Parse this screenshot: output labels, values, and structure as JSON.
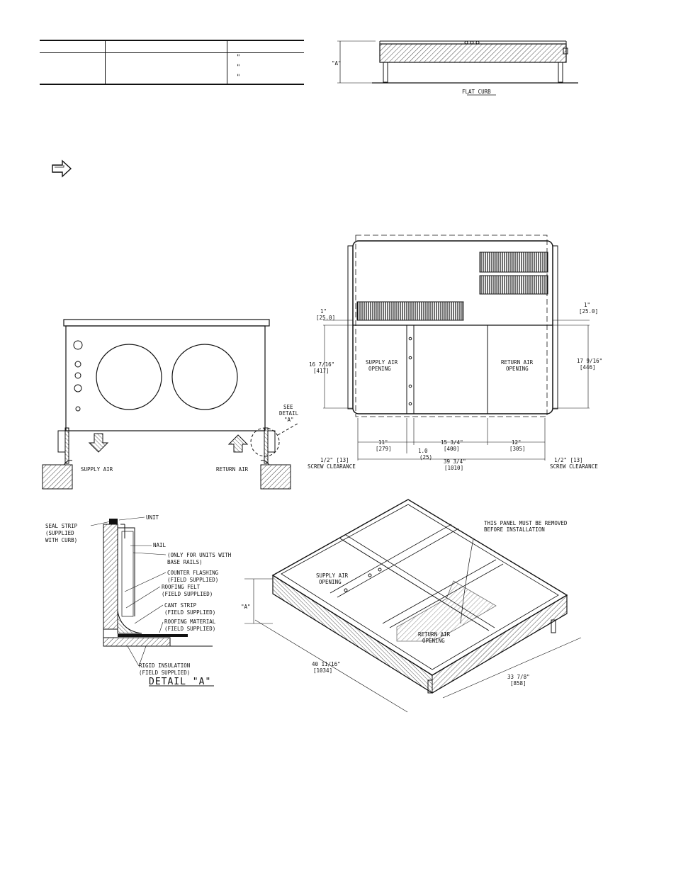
{
  "curb_table": {
    "inch_marks": [
      "\"",
      "\"",
      "\""
    ]
  },
  "flat_curb": {
    "dim_label": "\"A\"",
    "caption": "FLAT CURB"
  },
  "unit_side_view": {
    "supply_label": "SUPPLY AIR",
    "return_label": "RETURN AIR",
    "see_detail": [
      "SEE",
      "DETAIL",
      "\"A\""
    ]
  },
  "curb_plan": {
    "top_left": [
      "1\"",
      "[25.0]"
    ],
    "top_right": [
      "1\"",
      "[25.0]"
    ],
    "left_height": [
      "16 7/16\"",
      "[417]"
    ],
    "right_height": [
      "17 9/16\"",
      "[446]"
    ],
    "supply_opening": [
      "SUPPLY AIR",
      "OPENING"
    ],
    "return_opening": [
      "RETURN AIR",
      "OPENING"
    ],
    "dim_11": [
      "11\"",
      "[279]"
    ],
    "dim_15": [
      "15 3/4\"",
      "[400]"
    ],
    "dim_12": [
      "12\"",
      "[305]"
    ],
    "dim_1": [
      "1.0",
      "(25)"
    ],
    "dim_overall": [
      "39 3/4\"",
      "[1010]"
    ],
    "left_clearance": [
      "1/2\" [13]",
      "SCREW CLEARANCE"
    ],
    "right_clearance": [
      "1/2\" [13]",
      "SCREW CLEARANCE"
    ]
  },
  "detail_a": {
    "title": "DETAIL \"A\"",
    "unit": "UNIT",
    "seal_strip": [
      "SEAL STRIP",
      "(SUPPLIED",
      "WITH CURB)"
    ],
    "nail": "NAIL",
    "base_rails": [
      "(ONLY FOR UNITS WITH",
      "BASE RAILS)"
    ],
    "counter_flashing": [
      "COUNTER FLASHING",
      "(FIELD SUPPLIED)"
    ],
    "roofing_felt": [
      "ROOFING FELT",
      "(FIELD SUPPLIED)"
    ],
    "cant_strip": [
      "CANT STRIP",
      "(FIELD SUPPLIED)"
    ],
    "roofing_material": [
      "ROOFING MATERIAL",
      "(FIELD SUPPLIED)"
    ],
    "rigid_insulation": [
      "RIGID INSULATION",
      "(FIELD SUPPLIED)"
    ]
  },
  "iso_curb": {
    "panel_note": [
      "THIS PANEL MUST BE REMOVED",
      "BEFORE INSTALLATION"
    ],
    "supply_opening": [
      "SUPPLY AIR",
      "OPENING"
    ],
    "return_opening": [
      "RETURN AIR",
      "OPENING"
    ],
    "dim_a": "\"A\"",
    "length": [
      "40 11/16\"",
      "[1034]"
    ],
    "width": [
      "33 7/8\"",
      "[858]"
    ]
  }
}
